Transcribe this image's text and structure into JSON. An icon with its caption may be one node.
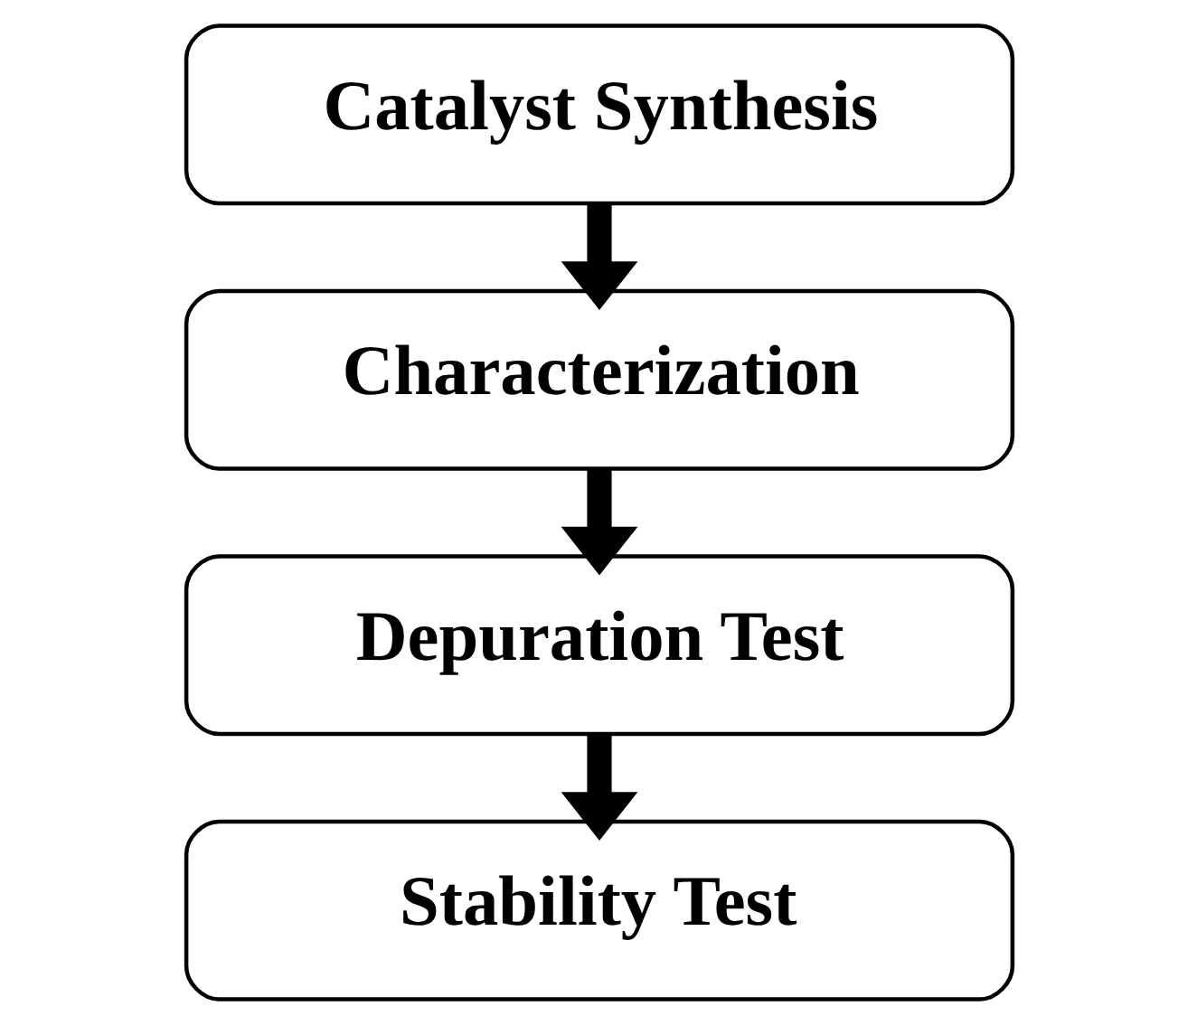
{
  "diagram": {
    "nodes": [
      {
        "text": [
          "Catalyst Synthesis"
        ]
      },
      {
        "text": [
          "Characterization"
        ]
      },
      {
        "text": [
          "Depuration Test"
        ]
      },
      {
        "text": [
          "Stability Test"
        ]
      }
    ],
    "edges": [
      {
        "from": 0,
        "to": 1,
        "arrow": "to"
      },
      {
        "from": 1,
        "to": 2,
        "arrow": "to"
      },
      {
        "from": 2,
        "to": 3,
        "arrow": "to"
      }
    ]
  }
}
